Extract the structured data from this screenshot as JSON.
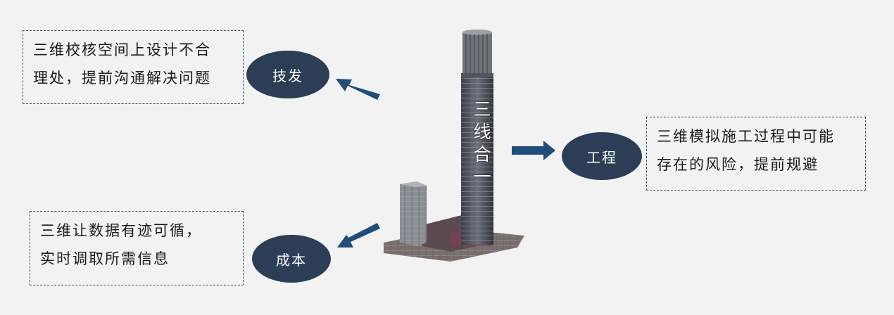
{
  "tower_label": [
    "三",
    "线",
    "合",
    "一"
  ],
  "nodes": {
    "tech": {
      "label": "技发",
      "lines": [
        "三维校核空间上设计不合",
        "理处，提前沟通解决问题"
      ]
    },
    "engineering": {
      "label": "工程",
      "lines": [
        "三维模拟施工过程中可能",
        "存在的风险，提前规避"
      ]
    },
    "cost": {
      "label": "成本",
      "lines": [
        "三维让数据有迹可循，",
        "实时调取所需信息"
      ]
    }
  },
  "colors": {
    "node": "#2c3e55",
    "arrow": "#1f4e79",
    "border": "#3c4a5e",
    "background": "#f2f2f2"
  }
}
